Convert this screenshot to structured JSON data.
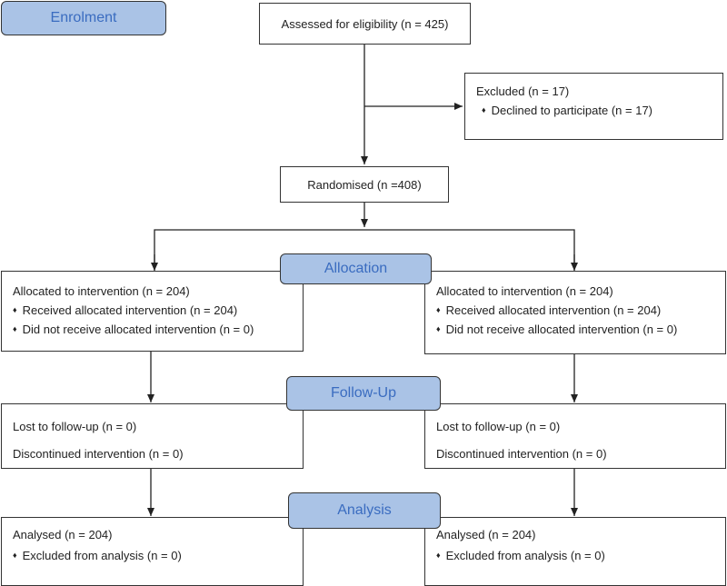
{
  "stages": {
    "enrolment": "Enrolment",
    "allocation": "Allocation",
    "follow_up": "Follow-Up",
    "analysis": "Analysis"
  },
  "assessed": "Assessed for eligibility (n = 425)",
  "excluded": {
    "title": "Excluded (n = 17)",
    "reason": "Declined to participate (n = 17)"
  },
  "randomised": "Randomised (n =408)",
  "bullet_symbol": "♦",
  "arms": [
    {
      "allocation": {
        "title": "Allocated to intervention (n = 204)",
        "received": "Received allocated intervention (n = 204)",
        "not_received": "Did not receive allocated intervention (n = 0)"
      },
      "follow_up": {
        "lost": "Lost to follow-up (n = 0)",
        "discontinued": "Discontinued intervention (n = 0)"
      },
      "analysis": {
        "analysed": "Analysed (n = 204)",
        "excluded": "Excluded from analysis (n = 0)"
      }
    },
    {
      "allocation": {
        "title": "Allocated to intervention (n = 204)",
        "received": "Received allocated intervention (n = 204)",
        "not_received": "Did not receive allocated intervention (n = 0)"
      },
      "follow_up": {
        "lost": "Lost to follow-up (n = 0)",
        "discontinued": "Discontinued intervention (n = 0)"
      },
      "analysis": {
        "analysed": "Analysed (n = 204)",
        "excluded": "Excluded from analysis (n = 0)"
      }
    }
  ]
}
